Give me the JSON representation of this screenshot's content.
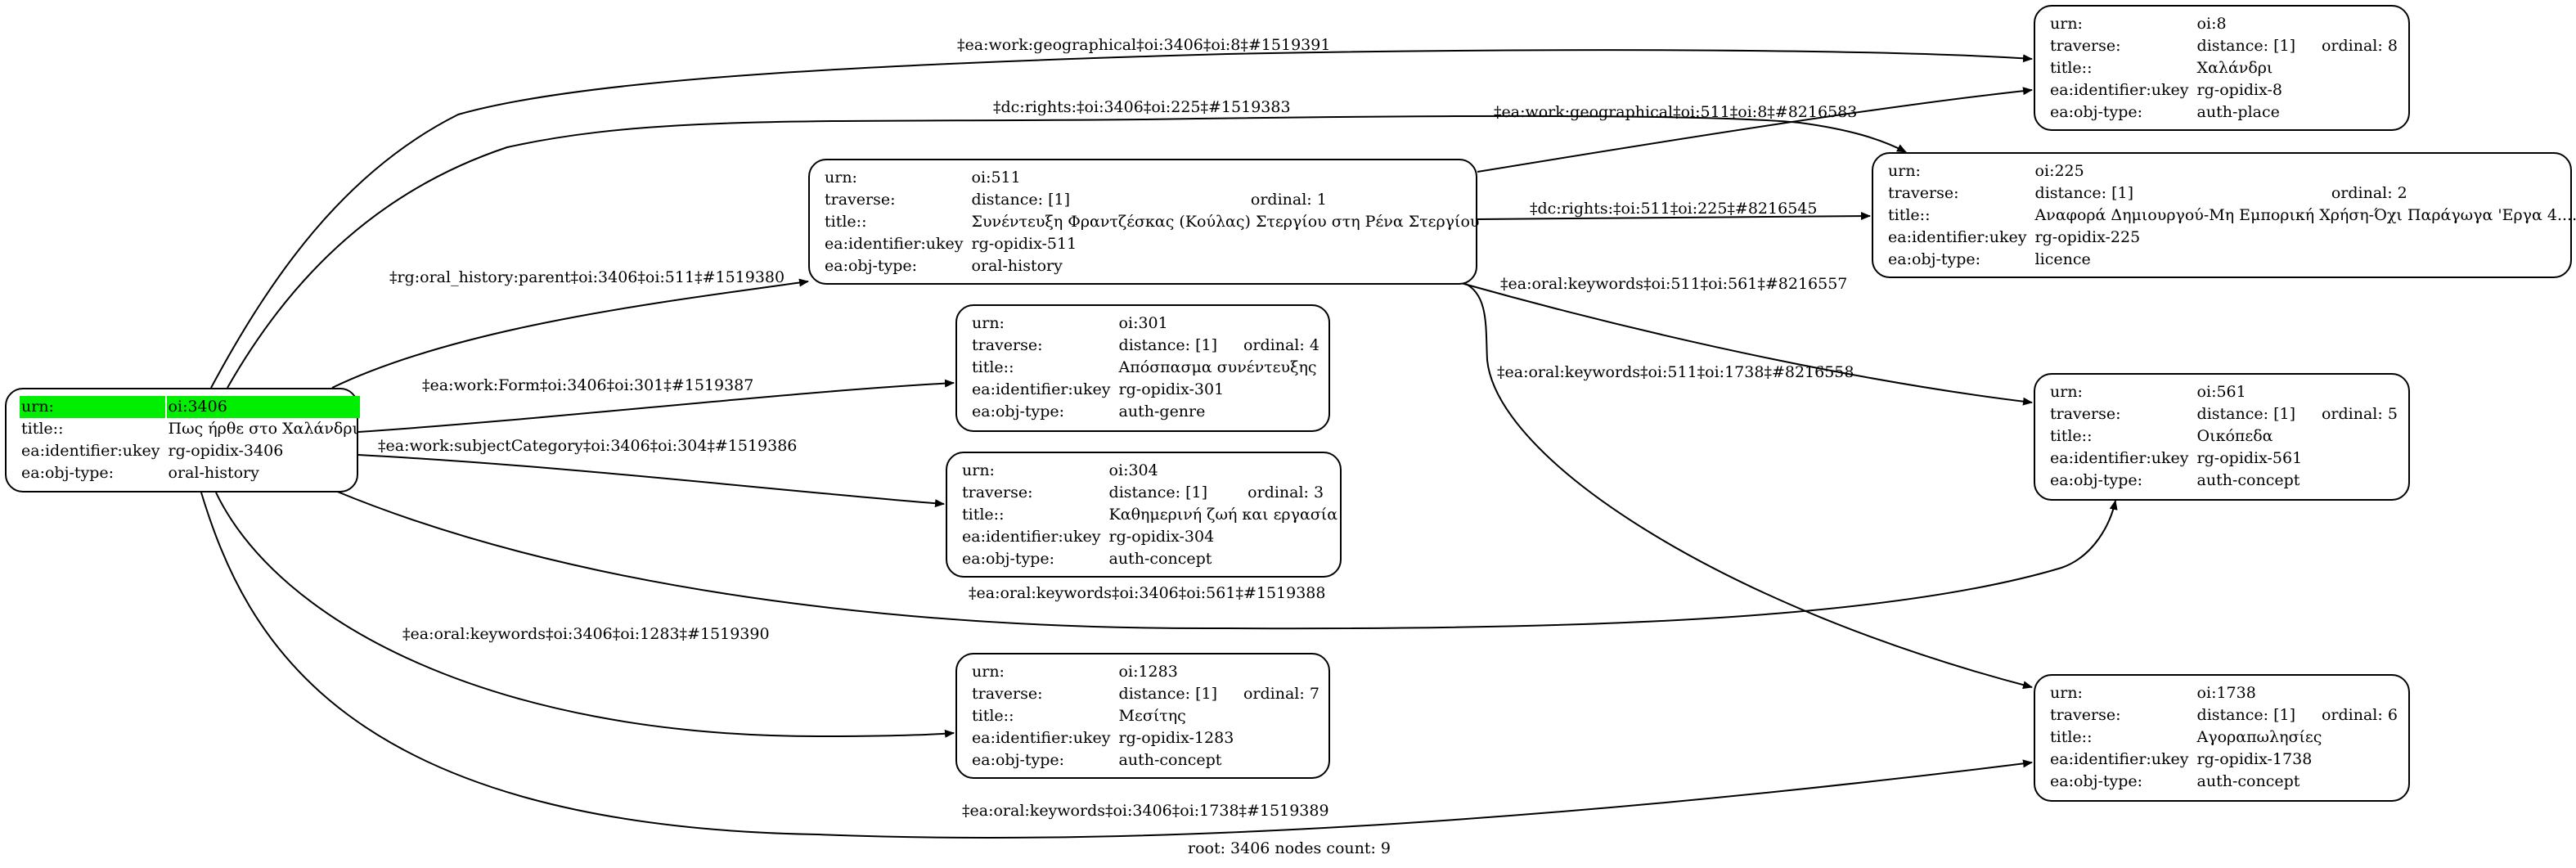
{
  "graph": {
    "highlight_color": "#00ee00",
    "root": {
      "rows": [
        {
          "key": "urn:",
          "value": "oi:3406"
        },
        {
          "key": "title::",
          "value": "Πως ήρθε στο Χαλάνδρι"
        },
        {
          "key": "ea:identifier:ukey",
          "value": "rg-opidix-3406"
        },
        {
          "key": "ea:obj-type:",
          "value": "oral-history"
        }
      ]
    },
    "nodes": {
      "n511": {
        "urn": "oi:511",
        "distance": "distance: [1]",
        "ordinal": "ordinal: 1",
        "title": "Συνέντευξη Φραντζέσκας (Κούλας) Στεργίου στη Ρένα Στεργίου",
        "ukey": "rg-opidix-511",
        "objtype": "oral-history"
      },
      "n301": {
        "urn": "oi:301",
        "distance": "distance: [1]",
        "ordinal": "ordinal: 4",
        "title": "Απόσπασμα συνέντευξης",
        "ukey": "rg-opidix-301",
        "objtype": "auth-genre"
      },
      "n304": {
        "urn": "oi:304",
        "distance": "distance: [1]",
        "ordinal": "ordinal: 3",
        "title": "Καθημερινή ζωή και εργασία",
        "ukey": "rg-opidix-304",
        "objtype": "auth-concept"
      },
      "n1283": {
        "urn": "oi:1283",
        "distance": "distance: [1]",
        "ordinal": "ordinal: 7",
        "title": "Μεσίτης",
        "ukey": "rg-opidix-1283",
        "objtype": "auth-concept"
      },
      "n8": {
        "urn": "oi:8",
        "distance": "distance: [1]",
        "ordinal": "ordinal: 8",
        "title": "Χαλάνδρι",
        "ukey": "rg-opidix-8",
        "objtype": "auth-place"
      },
      "n225": {
        "urn": "oi:225",
        "distance": "distance: [1]",
        "ordinal": "ordinal: 2",
        "title": "Αναφορά Δημιουργού-Μη Εμπορική Χρήση-Όχι Παράγωγα 'Εργα 4....",
        "ukey": "rg-opidix-225",
        "objtype": "licence"
      },
      "n561": {
        "urn": "oi:561",
        "distance": "distance: [1]",
        "ordinal": "ordinal: 5",
        "title": "Οικόπεδα",
        "ukey": "rg-opidix-561",
        "objtype": "auth-concept"
      },
      "n1738": {
        "urn": "oi:1738",
        "distance": "distance: [1]",
        "ordinal": "ordinal: 6",
        "title": "Αγοραπωλησίες",
        "ukey": "rg-opidix-1738",
        "objtype": "auth-concept"
      }
    },
    "keys": {
      "urn": "urn:",
      "traverse": "traverse:",
      "title": "title::",
      "ukey": "ea:identifier:ukey",
      "objtype": "ea:obj-type:"
    },
    "edges": {
      "e_3406_8": "‡ea:work:geographical‡oi:3406‡oi:8‡#1519391",
      "e_3406_225": "‡dc:rights:‡oi:3406‡oi:225‡#1519383",
      "e_511_8": "‡ea:work:geographical‡oi:511‡oi:8‡#8216583",
      "e_511_225": "‡dc:rights:‡oi:511‡oi:225‡#8216545",
      "e_3406_511": "‡rg:oral_history:parent‡oi:3406‡oi:511‡#1519380",
      "e_511_561": "‡ea:oral:keywords‡oi:511‡oi:561‡#8216557",
      "e_511_1738": "‡ea:oral:keywords‡oi:511‡oi:1738‡#8216558",
      "e_3406_301": "‡ea:work:Form‡oi:3406‡oi:301‡#1519387",
      "e_3406_304": "‡ea:work:subjectCategory‡oi:3406‡oi:304‡#1519386",
      "e_3406_561": "‡ea:oral:keywords‡oi:3406‡oi:561‡#1519388",
      "e_3406_1283": "‡ea:oral:keywords‡oi:3406‡oi:1283‡#1519390",
      "e_3406_1738": "‡ea:oral:keywords‡oi:3406‡oi:1738‡#1519389"
    },
    "footer": "root: 3406 nodes count: 9"
  }
}
